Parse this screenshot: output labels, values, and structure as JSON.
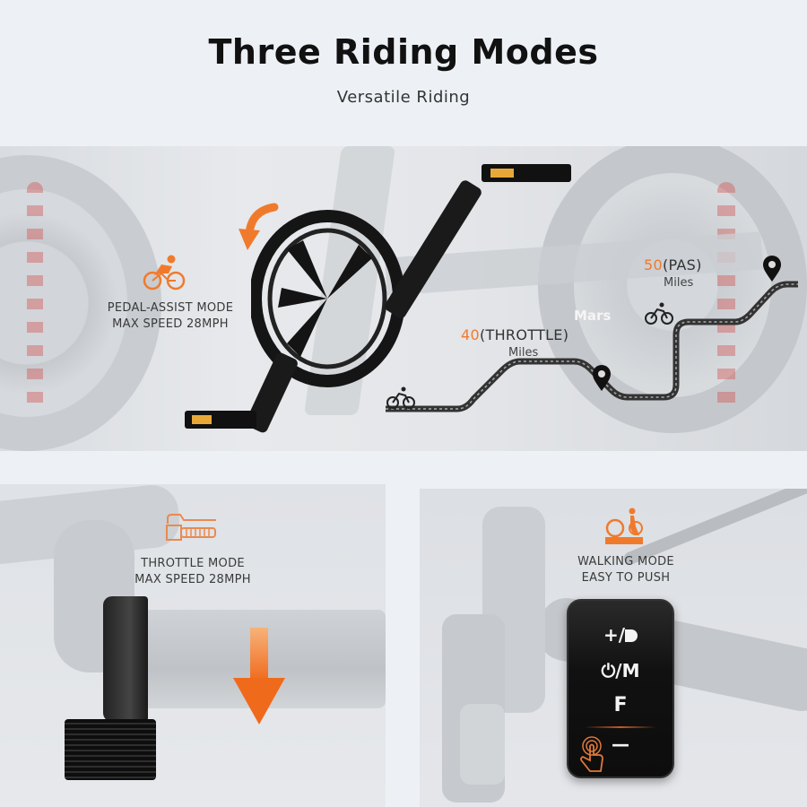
{
  "header": {
    "title": "Three Riding Modes",
    "subtitle": "Versatile Riding"
  },
  "colors": {
    "accent": "#f07a2c",
    "background": "#edf1f6",
    "text_dark": "#111111",
    "route": "#333333"
  },
  "modes": [
    {
      "id": "pedal-assist",
      "icon": "cyclist-icon",
      "line1": "PEDAL-ASSIST MODE",
      "line2": "MAX SPEED 28MPH"
    },
    {
      "id": "throttle",
      "icon": "throttle-grip-icon",
      "line1": "THROTTLE MODE",
      "line2": "MAX SPEED 28MPH"
    },
    {
      "id": "walking",
      "icon": "walking-bike-icon",
      "line1": "WALKING MODE",
      "line2": "EASY TO PUSH"
    }
  ],
  "range": {
    "throttle": {
      "value": "40",
      "label": "(THROTTLE)",
      "unit": "Miles"
    },
    "pas": {
      "value": "50",
      "label": "(PAS)",
      "unit": "Miles"
    }
  },
  "bike_brand": "Mars",
  "control_pad": {
    "buttons": [
      "+/",
      "⏻/M",
      "F",
      "—"
    ]
  }
}
